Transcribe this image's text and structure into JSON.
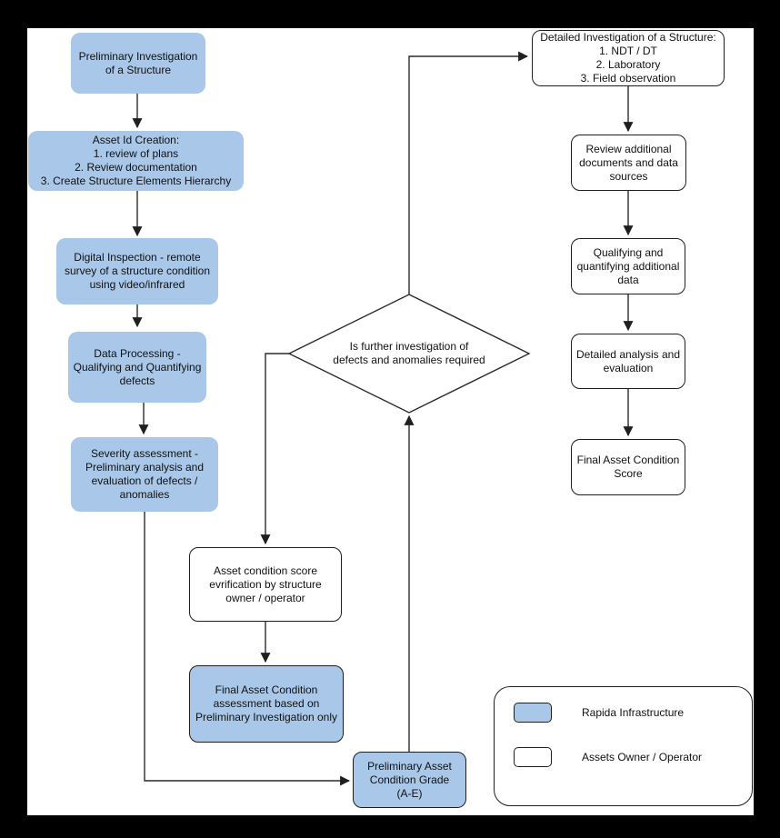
{
  "nodes": {
    "prelim_investigation": {
      "label": "Preliminary Investigation\nof a Structure"
    },
    "asset_id_creation": {
      "label": "Asset Id Creation:\n1. review of plans\n2. Review documentation\n3. Create Structure Elements Hierarchy"
    },
    "digital_inspection": {
      "label": "Digital Inspection - remote\nsurvey of a structure condition\nusing video/infrared"
    },
    "data_processing": {
      "label": "Data Processing -\nQualifying and Quantifying\ndefects"
    },
    "severity_assessment": {
      "label": "Severity assessment -\nPreliminary analysis and\nevaluation of defects /\nanomalies"
    },
    "decision": {
      "label": "Is further investigation of\ndefects and anomalies required"
    },
    "score_verification": {
      "label": "Asset condition score\nevrification by structure\nowner / operator"
    },
    "final_assessment_preliminary": {
      "label": "Final Asset Condition\nassessment based on\nPreliminary Investigation only"
    },
    "preliminary_grade": {
      "label": "Preliminary Asset\nCondition Grade\n(A-E)"
    },
    "detailed_investigation": {
      "label": "Detailed Investigation of a Structure:\n1. NDT / DT\n2. Laboratory\n3. Field observation"
    },
    "review_additional": {
      "label": "Review additional\ndocuments and data\nsources"
    },
    "qualifying_additional": {
      "label": "Qualifying and\nquantifying additional\ndata"
    },
    "detailed_analysis": {
      "label": "Detailed analysis and\nevaluation"
    },
    "final_score": {
      "label": "Final Asset Condition\nScore"
    }
  },
  "legend": {
    "items": [
      {
        "swatch": "blue",
        "label": "Rapida Infrastructure"
      },
      {
        "swatch": "white",
        "label": "Assets Owner / Operator"
      }
    ]
  },
  "colors": {
    "rapida_fill": "#A9C7E8",
    "owner_fill": "#FFFFFF",
    "stroke": "#1F1F1F",
    "background": "#FFFFFF",
    "frame": "#000000"
  }
}
